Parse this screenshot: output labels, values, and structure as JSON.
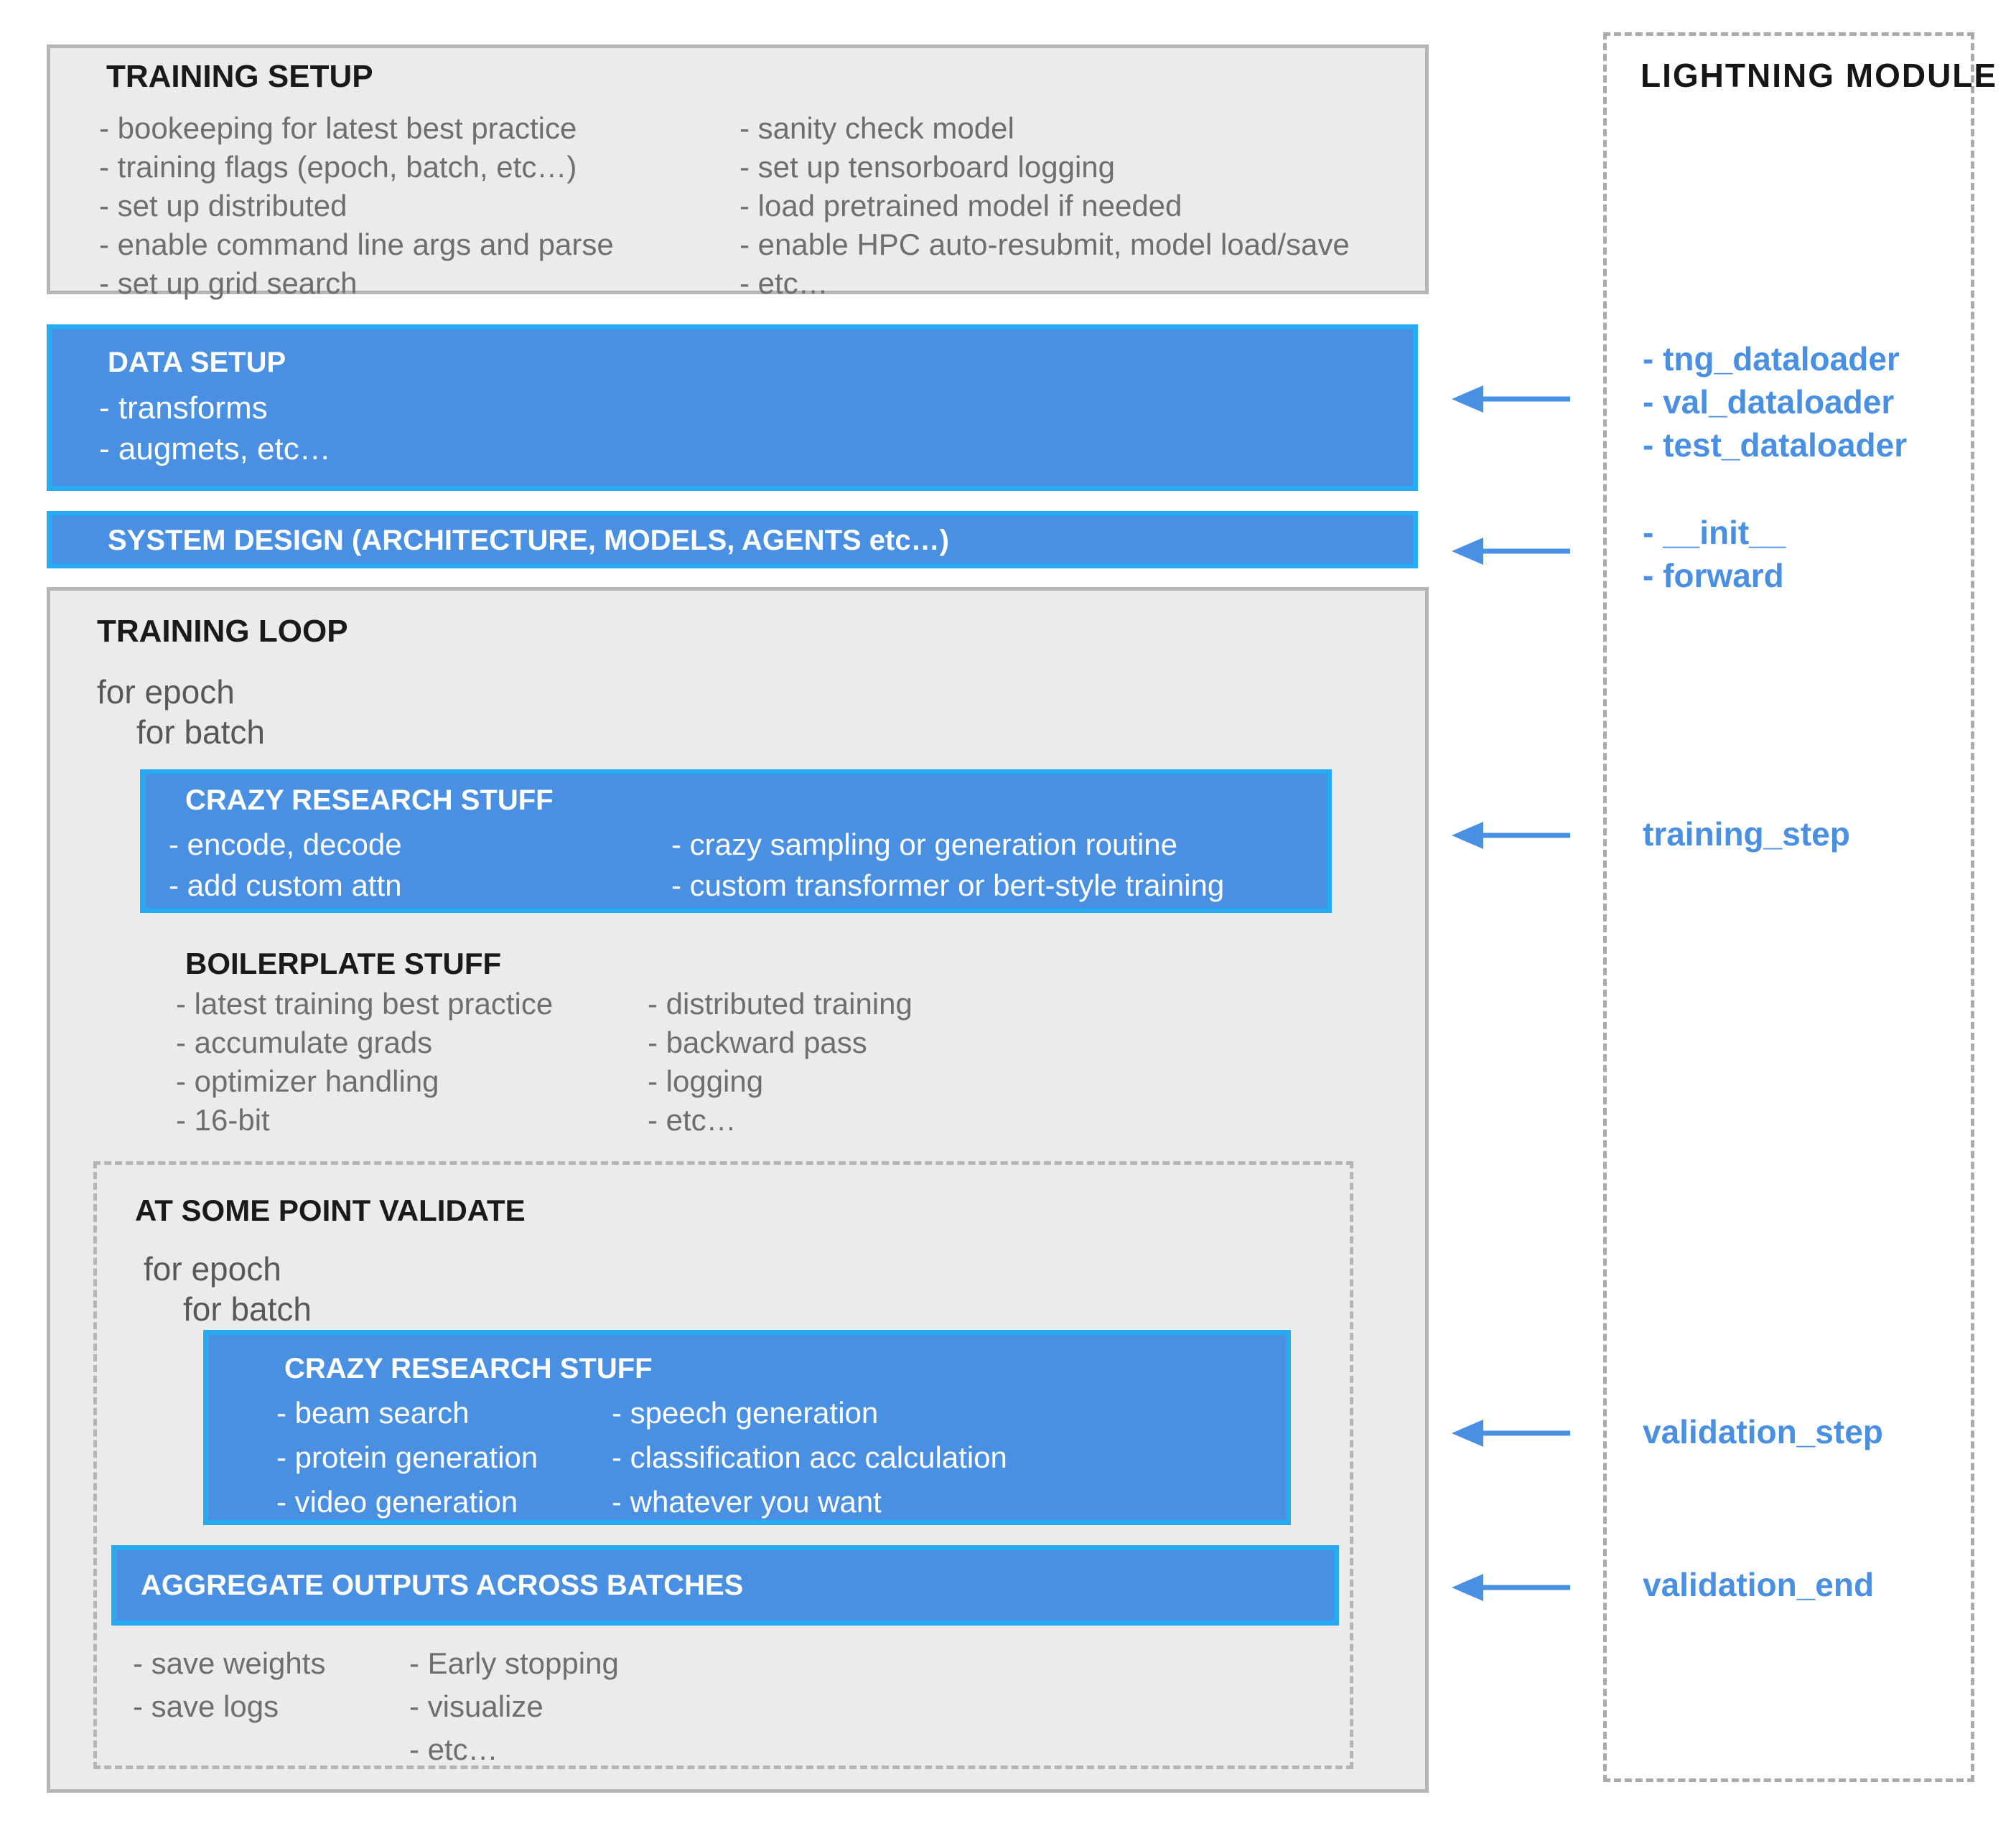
{
  "colors": {
    "blue_fill": "#4a90e2",
    "blue_border": "#26aaf2",
    "panel_gray": "#ebebeb",
    "border_gray": "#b5b5b5",
    "text_gray": "#6e6e6e",
    "heading": "#1a1a1a",
    "accent_blue": "#4a90e2",
    "loop_text": "#585858"
  },
  "training_setup": {
    "title": "TRAINING SETUP",
    "col1": [
      "- bookeeping for latest best practice",
      "- training flags (epoch, batch, etc…)",
      "- set up distributed",
      "- enable command line args and parse",
      "- set up grid search"
    ],
    "col2": [
      "- sanity check model",
      "- set up tensorboard logging",
      "- load pretrained model if needed",
      "- enable HPC auto-resubmit, model load/save",
      "- etc…"
    ]
  },
  "data_setup": {
    "title": "DATA SETUP",
    "items": [
      "- transforms",
      "- augmets, etc…"
    ]
  },
  "system_design": {
    "title": "SYSTEM DESIGN (ARCHITECTURE, MODELS, AGENTS etc…)"
  },
  "training_loop": {
    "title": "TRAINING LOOP",
    "loop1": "for epoch",
    "loop2": "for batch",
    "crazy1": {
      "title": "CRAZY RESEARCH STUFF",
      "col1": [
        "- encode, decode",
        "- add custom attn"
      ],
      "col2": [
        "- crazy sampling or generation routine",
        "- custom transformer or bert-style training"
      ]
    },
    "boilerplate": {
      "title": "BOILERPLATE STUFF",
      "col1": [
        "- latest training best practice",
        "- accumulate grads",
        "- optimizer handling",
        "- 16-bit"
      ],
      "col2": [
        "- distributed training",
        "- backward pass",
        "- logging",
        "- etc…"
      ]
    },
    "validate": {
      "title": "AT SOME POINT VALIDATE",
      "loop1": "for epoch",
      "loop2": "for batch",
      "crazy2": {
        "title": "CRAZY RESEARCH STUFF",
        "col1": [
          "- beam search",
          "- protein generation",
          "- video generation"
        ],
        "col2": [
          "- speech generation",
          "- classification acc calculation",
          "- whatever you want"
        ]
      },
      "aggregate": {
        "title": "AGGREGATE OUTPUTS ACROSS BATCHES"
      },
      "post": {
        "col1": [
          "- save weights",
          "- save logs"
        ],
        "col2": [
          "- Early stopping",
          "- visualize",
          "- etc…"
        ]
      }
    }
  },
  "lightning_module": {
    "title": "LIGHTNING MODULE",
    "dataloaders": [
      "- tng_dataloader",
      "- val_dataloader",
      "- test_dataloader"
    ],
    "init_forward": [
      "- __init__",
      "- forward"
    ],
    "training_step": "training_step",
    "validation_step": "validation_step",
    "validation_end": "validation_end"
  }
}
